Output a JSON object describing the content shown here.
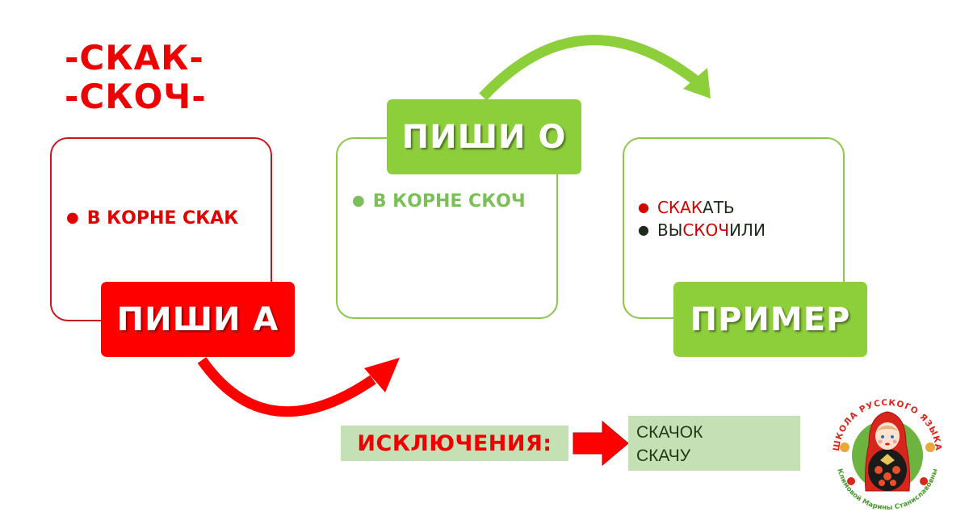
{
  "title_roots": [
    "-СКАК-",
    "-СКОЧ-"
  ],
  "colors": {
    "red": "#ff0000",
    "red_border": "#c8171e",
    "green": "#8dce3b",
    "green_border": "#8cc84b",
    "green_text": "#7cbf5a",
    "exceptions_bg": "#c5e0b4"
  },
  "blocks": [
    {
      "label": "ПИШИ А",
      "bullet": "В КОРНЕ СКАК",
      "color": "red"
    },
    {
      "label": "ПИШИ О",
      "bullet": "В КОРНЕ СКОЧ",
      "color": "green"
    },
    {
      "label": "ПРИМЕР",
      "examples": [
        {
          "prefix": "",
          "root": "СКАК",
          "suffix": "АТЬ",
          "bullet_color": "red"
        },
        {
          "prefix": "ВЫ",
          "root": "СКОЧ",
          "suffix": "ИЛИ",
          "bullet_color": "dark"
        }
      ],
      "color": "green"
    }
  ],
  "exceptions": {
    "label": "ИСКЛЮЧЕНИЯ:",
    "words": [
      "СКАЧОК",
      "СКАЧУ"
    ]
  },
  "logo": {
    "top_text": "ШКОЛА РУССКОГО ЯЗЫКА",
    "bottom_text": "Климовой Марины Станиславовны",
    "icon": "matryoshka-doll-icon"
  }
}
